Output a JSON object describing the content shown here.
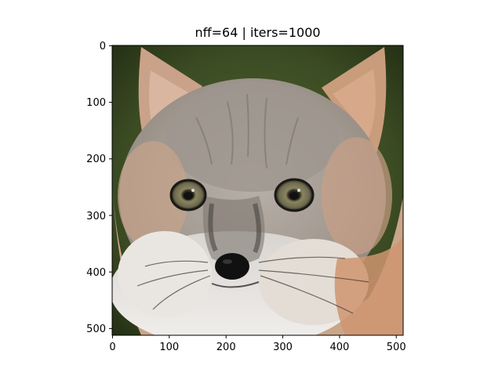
{
  "figure": {
    "title": "nff=64 | iters=1000"
  },
  "axes": {
    "x_ticks": [
      "0",
      "100",
      "200",
      "300",
      "400",
      "500"
    ],
    "y_ticks": [
      "0",
      "100",
      "200",
      "300",
      "400",
      "500"
    ],
    "x_range": [
      0,
      512
    ],
    "y_range": [
      0,
      512
    ]
  },
  "image": {
    "subject": "fox-face-reconstruction",
    "colors": {
      "background_dark": "#2e3d1c",
      "background_mid": "#4c5a2c",
      "fur_gray": "#a8a29c",
      "fur_orange": "#c8855a",
      "fur_white": "#eeeae6",
      "eye": "#6b6a52",
      "nose": "#111111"
    }
  }
}
